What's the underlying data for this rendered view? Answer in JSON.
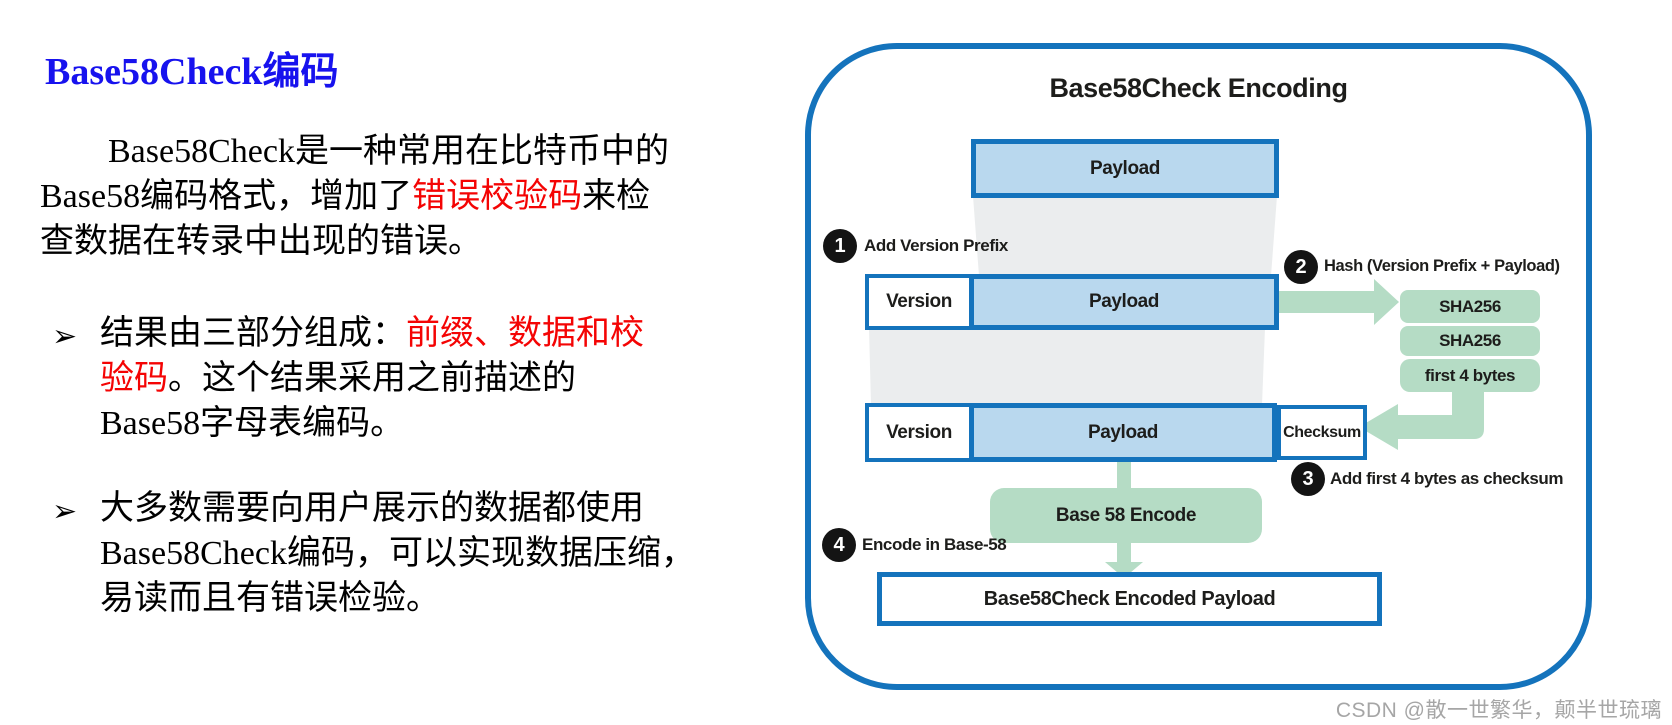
{
  "colors": {
    "title_blue": "#1712ee",
    "text_black": "#000000",
    "highlight_red": "#f40404",
    "border_blue": "#1473bc",
    "fill_lightblue": "#b9d8ee",
    "fill_green": "#b5dcc5",
    "funnel_gray": "#ebedee",
    "step_circle_black": "#141414",
    "watermark_gray": "#a6a6a6"
  },
  "left": {
    "title": "Base58Check编码",
    "para": {
      "l0": "Base58Check是一种常用在比特币中的",
      "l1a": "Base58编码格式，增加了",
      "l1b": "错误校验码",
      "l1c": "来检",
      "l2": "查数据在转录中出现的错误。"
    },
    "b1": {
      "marker": "➢",
      "l0a": "结果由三部分组成：",
      "l0b": "前缀、数据和校",
      "l1a": "验码",
      "l1b": "。这个结果采用之前描述的",
      "l2": "Base58字母表编码。"
    },
    "b2": {
      "marker": "➢",
      "l0": "大多数需要向用户展示的数据都使用",
      "l1": "Base58Check编码，可以实现数据压缩，",
      "l2": "易读而且有错误检验。"
    }
  },
  "diagram": {
    "title": "Base58Check Encoding",
    "boxes": {
      "payload_top": "Payload",
      "version_mid": "Version",
      "payload_mid": "Payload",
      "version_bottom": "Version",
      "payload_bottom": "Payload",
      "checksum": "Checksum",
      "sha256_1": "SHA256",
      "sha256_2": "SHA256",
      "first_4_bytes": "first 4 bytes",
      "base58_encode": "Base 58 Encode",
      "encoded_payload": "Base58Check Encoded Payload"
    },
    "steps": [
      {
        "num": "1",
        "label": "Add Version Prefix"
      },
      {
        "num": "2",
        "label": "Hash (Version Prefix + Payload)"
      },
      {
        "num": "3",
        "label": "Add first 4 bytes as checksum"
      },
      {
        "num": "4",
        "label": "Encode in Base-58"
      }
    ]
  },
  "watermark": "CSDN @散一世繁华，颠半世琉璃"
}
